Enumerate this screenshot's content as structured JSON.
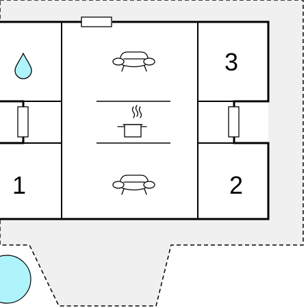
{
  "floorplan": {
    "rooms": [
      {
        "label": "",
        "icon": "water-drop-icon"
      },
      {
        "label": "",
        "icon": "sofa-icon"
      },
      {
        "label": "3",
        "icon": ""
      },
      {
        "label": "",
        "icon": "cooking-pot-icon"
      },
      {
        "label": "1",
        "icon": ""
      },
      {
        "label": "",
        "icon": "sofa-icon"
      },
      {
        "label": "2",
        "icon": ""
      }
    ],
    "colors": {
      "background": "#ffffff",
      "terrace": "#f0f0f0",
      "walls": "#000000",
      "pool": "#aef4fa",
      "water_drop": "#aef4fa"
    }
  }
}
